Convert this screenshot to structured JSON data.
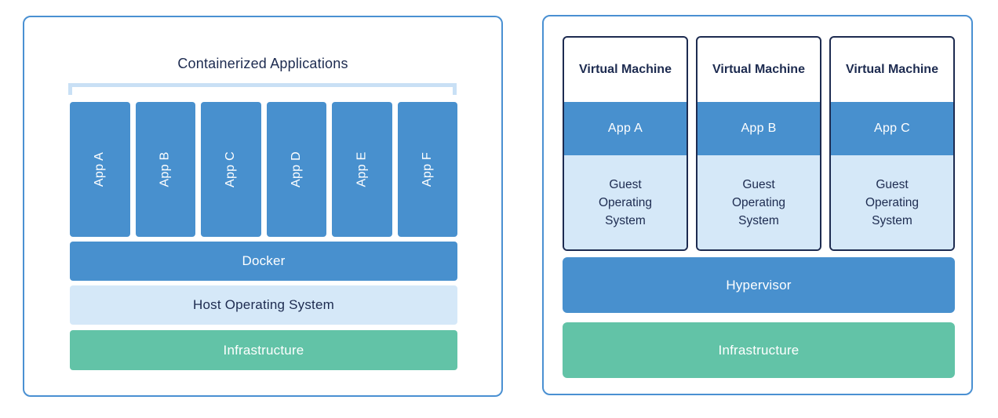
{
  "colors": {
    "blue": "#4890CE",
    "light_blue": "#D5E8F8",
    "green": "#62C3A7",
    "navy": "#1D2B50",
    "panel_border": "#4A90D2",
    "bracket": "#C9E0F5",
    "white_text": "#FFFFFF"
  },
  "left_panel": {
    "title": "Containerized Applications",
    "apps": [
      "App A",
      "App B",
      "App C",
      "App D",
      "App E",
      "App F"
    ],
    "layers": [
      {
        "label": "Docker"
      },
      {
        "label": "Host Operating System"
      },
      {
        "label": "Infrastructure"
      }
    ]
  },
  "right_panel": {
    "vms": [
      {
        "title": "Virtual Machine",
        "app": "App A",
        "os": "Guest Operating System"
      },
      {
        "title": "Virtual Machine",
        "app": "App B",
        "os": "Guest Operating System"
      },
      {
        "title": "Virtual Machine",
        "app": "App C",
        "os": "Guest Operating System"
      }
    ],
    "layers": [
      {
        "label": "Hypervisor"
      },
      {
        "label": "Infrastructure"
      }
    ]
  }
}
